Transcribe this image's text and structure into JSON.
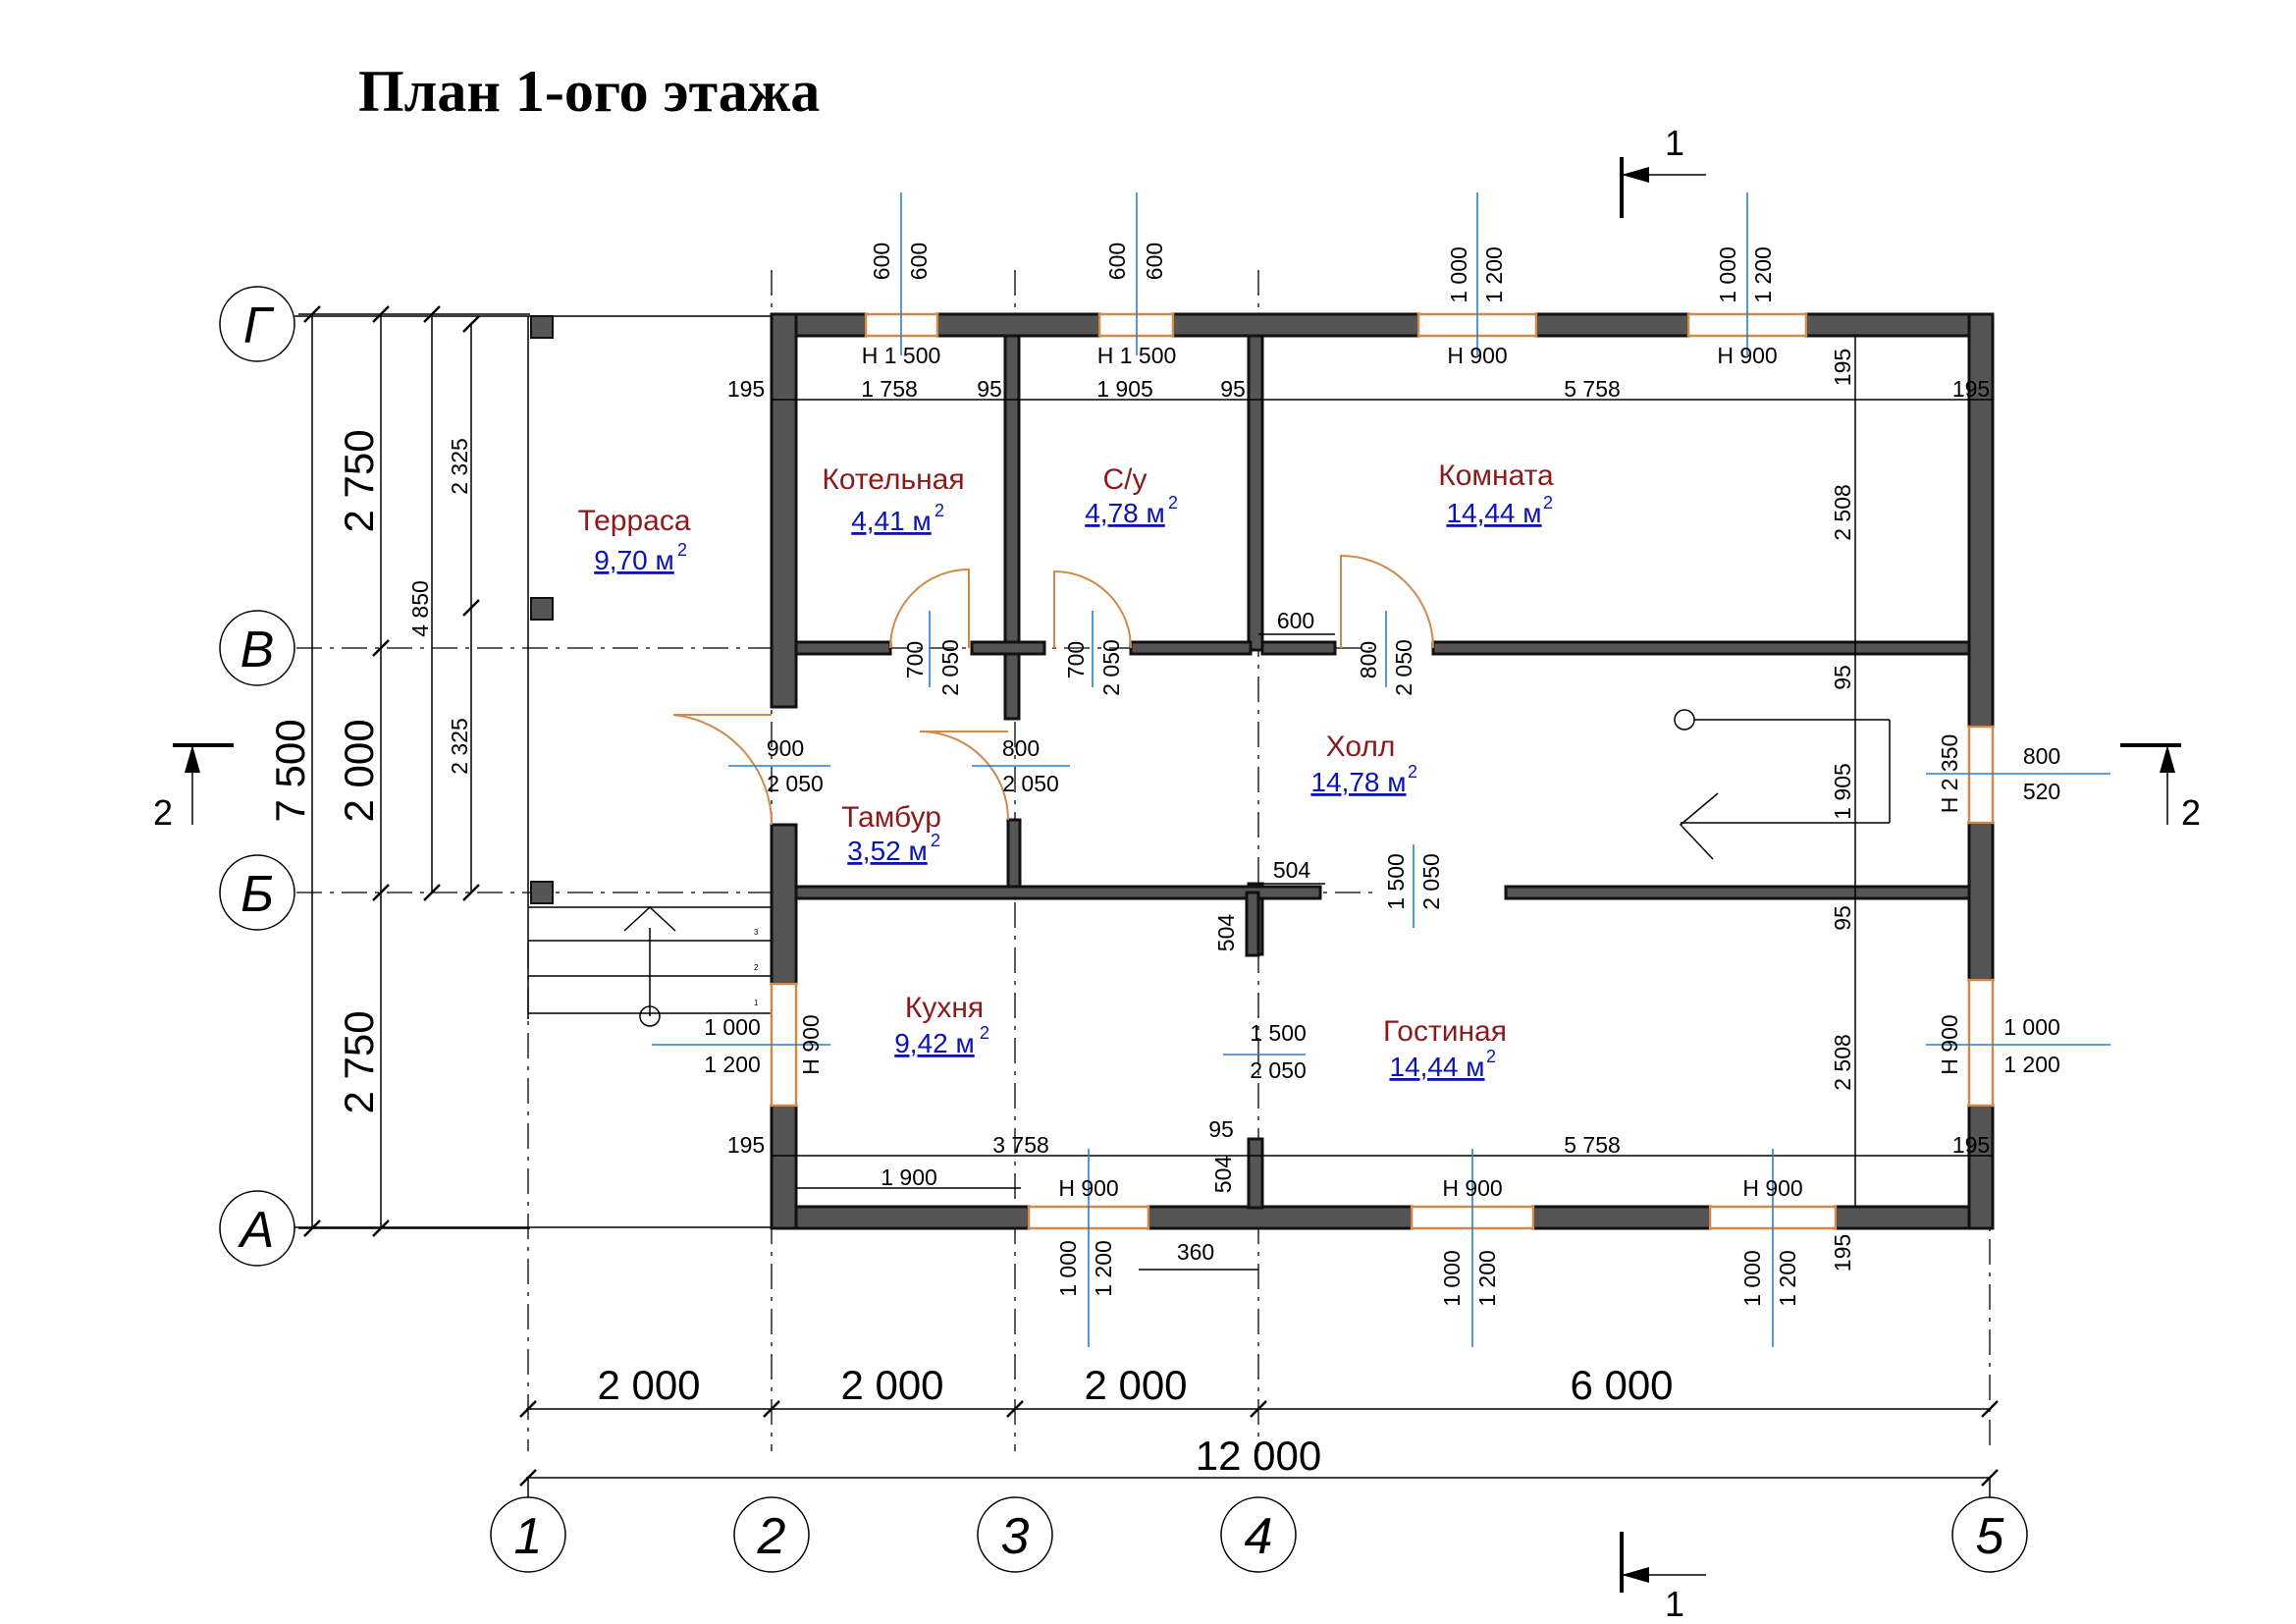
{
  "title": "План 1-ого этажа",
  "axes": {
    "columns": [
      "1",
      "2",
      "3",
      "4",
      "5"
    ],
    "rows": [
      "Г",
      "В",
      "Б",
      "А"
    ]
  },
  "sections": {
    "cut1": "1",
    "cut2": "2"
  },
  "rooms": [
    {
      "name": "Терраса",
      "area": "9,70 м"
    },
    {
      "name": "Котельная",
      "area": "4,41 м"
    },
    {
      "name": "С/у",
      "area": "4,78 м"
    },
    {
      "name": "Комната",
      "area": "14,44 м"
    },
    {
      "name": "Тамбур",
      "area": "3,52 м"
    },
    {
      "name": "Холл",
      "area": "14,78 м"
    },
    {
      "name": "Кухня",
      "area": "9,42 м"
    },
    {
      "name": "Гостиная",
      "area": "14,44 м"
    }
  ],
  "area_sup": "2",
  "dims_bottom": {
    "spans": [
      "2 000",
      "2 000",
      "2 000",
      "6 000"
    ],
    "total": "12 000"
  },
  "dims_left": {
    "outer": [
      "2 750",
      "2 000",
      "2 750"
    ],
    "total": "7 500",
    "terrace": [
      "2 325",
      "2 325"
    ],
    "terrace_total": "4 850"
  },
  "dims_top_inner": {
    "t195a": "195",
    "t1758": "1 758",
    "t95a": "95",
    "t1905": "1 905",
    "t95b": "95",
    "t5758": "5 758",
    "t195b": "195"
  },
  "dims_bottom_inner": {
    "b195a": "195",
    "b3758": "3 758",
    "b1900": "1 900",
    "b95": "95",
    "b504": "504",
    "b5758": "5 758",
    "b195b": "195",
    "b360": "360"
  },
  "dims_right": {
    "r195top": "195",
    "r2508a": "2 508",
    "r95a": "95",
    "r1905": "1 905",
    "r95b": "95",
    "r2508b": "2 508",
    "r195bot": "195"
  },
  "openings": {
    "w_top1": {
      "a": "600",
      "b": "600",
      "h": "Н  1 500"
    },
    "w_top2": {
      "a": "600",
      "b": "600",
      "h": "Н  1 500"
    },
    "w_top3": {
      "a": "1 000",
      "b": "1 200",
      "h": "Н  900"
    },
    "w_top4": {
      "a": "1 000",
      "b": "1 200",
      "h": "Н  900"
    },
    "d_kot": {
      "a": "700",
      "b": "2 050"
    },
    "d_su": {
      "a": "700",
      "b": "2 050"
    },
    "d_kom": {
      "a": "800",
      "b": "2 050",
      "w": "600"
    },
    "d_entry": {
      "a": "900",
      "b": "2 050"
    },
    "d_tambur": {
      "a": "800",
      "b": "2 050"
    },
    "d_hall": {
      "a": "1 500",
      "b": "2 050",
      "w": "504"
    },
    "w_right": {
      "a": "800",
      "b": "520",
      "h": "Н  2 350"
    },
    "w_left_k": {
      "a": "1 000",
      "b": "1 200",
      "h": "Н  900"
    },
    "d_gost": {
      "a": "1 500",
      "b": "2 050"
    },
    "w_right_g": {
      "a": "1 000",
      "b": "1 200",
      "h": "Н  900"
    },
    "w_bot1": {
      "a": "1 000",
      "b": "1 200",
      "h": "Н  900"
    },
    "w_bot2": {
      "a": "1 000",
      "b": "1 200",
      "h": "Н  900"
    },
    "w_bot3": {
      "a": "1 000",
      "b": "1 200",
      "h": "Н  900"
    },
    "stair_steps": [
      "3",
      "2",
      "1"
    ],
    "pillar_504": "504"
  }
}
